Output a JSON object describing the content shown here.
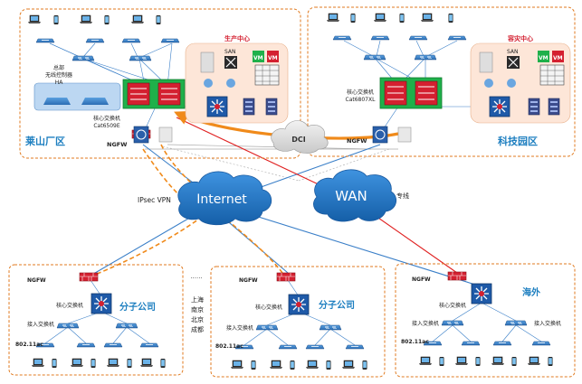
{
  "site_left": {
    "name": "莱山厂区",
    "datacenter_title": "生产中心",
    "san_label": "SAN",
    "vm_label": "VM",
    "wlc_label_line1": "总部",
    "wlc_label_line2": "无线控制器",
    "wlc_label_line3": "HA",
    "core_label_line1": "核心交换机",
    "core_label_line2": "Cat6509E",
    "ngfw_label": "NGFW"
  },
  "site_right": {
    "name": "科技园区",
    "datacenter_title": "容灾中心",
    "san_label": "SAN",
    "vm_label": "VM",
    "core_label_line1": "核心交换机",
    "core_label_line2": "Cat6807XL",
    "ngfw_label": "NGFW"
  },
  "dci_label": "DCI",
  "internet_label": "Internet",
  "wan_label": "WAN",
  "ipsec_label": "IPsec VPN",
  "leased_line_label": "专线",
  "branch_left": {
    "name": "分子公司",
    "ngfw_label": "NGFW",
    "core_label": "核心交换机",
    "access_label": "接入交换机",
    "wifi_label": "802.11ac"
  },
  "branch_middle": {
    "name": "分子公司",
    "ngfw_label": "NGFW",
    "core_label": "核心交换机",
    "access_label": "接入交换机",
    "wifi_label": "802.11ac"
  },
  "branch_right": {
    "name": "海外",
    "ngfw_label": "NGFW",
    "core_label": "核心交换机",
    "access_label": "接入交换机",
    "wifi_label": "802.11ac"
  },
  "cities": {
    "ellipsis": "......",
    "city1": "上海",
    "city2": "南京",
    "city3": "北京",
    "city4": "成都"
  },
  "colors": {
    "frame_border": "#e07a1f",
    "site_name": "#1e7fc0",
    "vpn_line": "#f08a1a",
    "wan_line": "#e02020",
    "net_line": "#3a7fc8",
    "cloud": "#2c7fd0",
    "core_red": "#d42030",
    "core_blue": "#2a5faa",
    "green_panel": "#1fb04a"
  }
}
